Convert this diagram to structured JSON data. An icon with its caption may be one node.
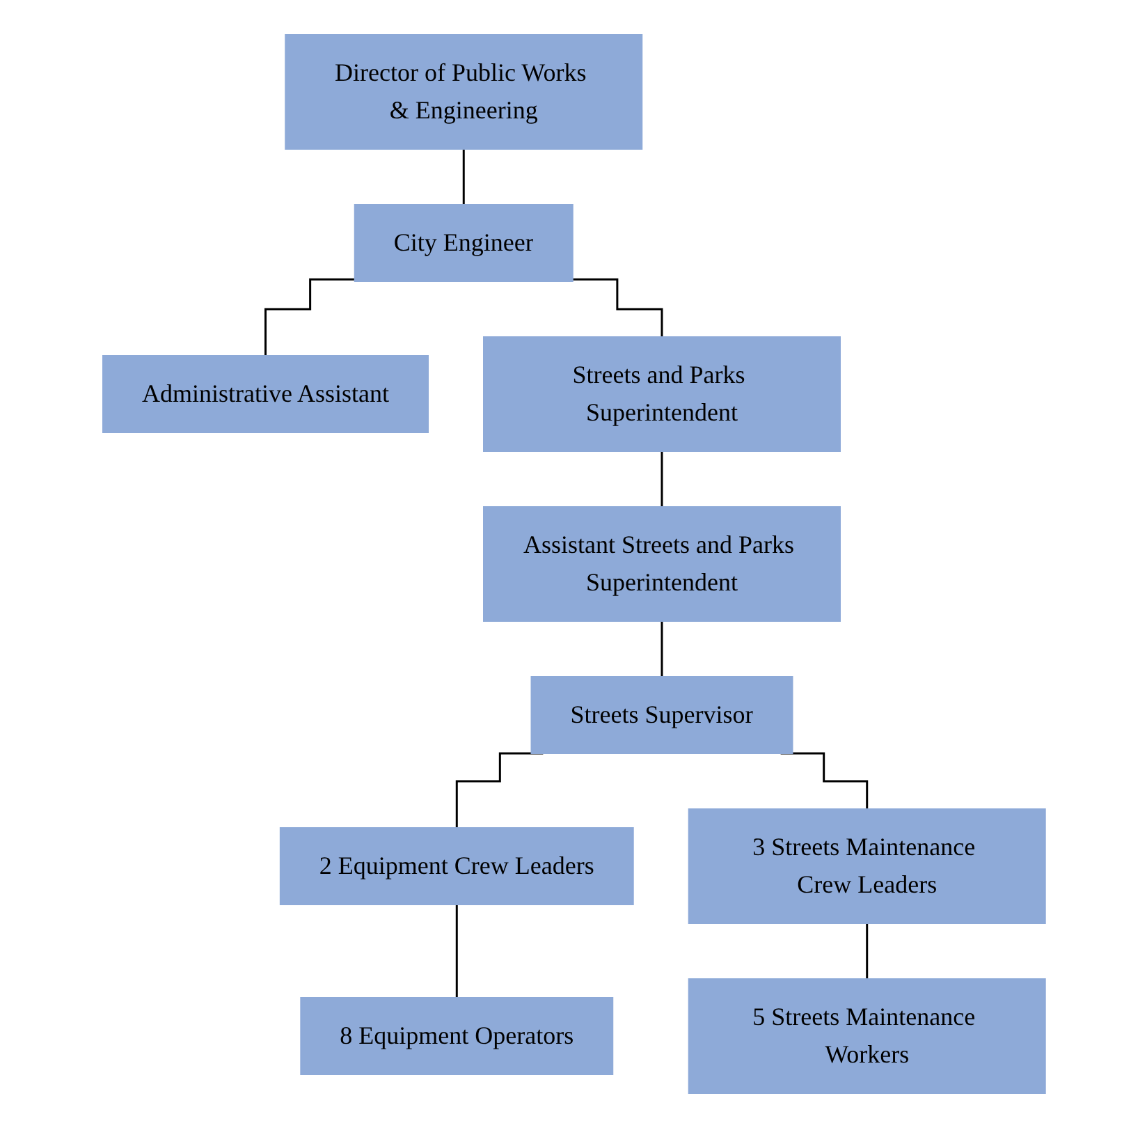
{
  "diagram": {
    "nodes": [
      {
        "text": [
          "Director of Public Works & Engineering"
        ]
      },
      {
        "text": [
          "City Engineer"
        ]
      },
      {
        "text": [
          "Administrative Assistant"
        ]
      },
      {
        "text": [
          "Streets and Parks Superintendent"
        ]
      },
      {
        "text": [
          "Assistant Streets and Parks Superintendent"
        ]
      },
      {
        "text": [
          "Streets Supervisor"
        ]
      },
      {
        "text": [
          "2 Equipment Crew Leaders"
        ]
      },
      {
        "text": [
          "8 Equipment Operators"
        ]
      },
      {
        "text": [
          "3 Streets Maintenance Crew Leaders"
        ]
      },
      {
        "text": [
          "5 Streets Maintenance Workers"
        ]
      }
    ],
    "edges": [
      {
        "from": 0,
        "to": 1,
        "arrow": "none"
      },
      {
        "from": 1,
        "to": 2,
        "arrow": "none"
      },
      {
        "from": 1,
        "to": 3,
        "arrow": "none"
      },
      {
        "from": 3,
        "to": 4,
        "arrow": "none"
      },
      {
        "from": 4,
        "to": 5,
        "arrow": "none"
      },
      {
        "from": 5,
        "to": 6,
        "arrow": "none"
      },
      {
        "from": 5,
        "to": 8,
        "arrow": "none"
      },
      {
        "from": 6,
        "to": 7,
        "arrow": "none"
      },
      {
        "from": 8,
        "to": 9,
        "arrow": "none"
      }
    ]
  }
}
